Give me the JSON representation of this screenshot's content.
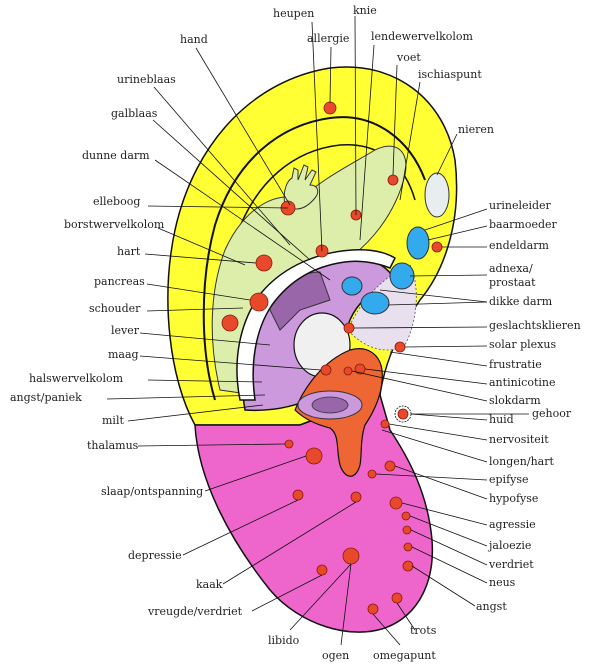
{
  "labels": {
    "heupen": "heupen",
    "knie": "knie",
    "hand": "hand",
    "allergie": "allergie",
    "lendewervelkolom": "lendewervelkolom",
    "voet": "voet",
    "urineblaas": "urineblaas",
    "ischiaspunt": "ischiaspunt",
    "galblaas": "galblaas",
    "nieren": "nieren",
    "dunne_darm": "dunne darm",
    "elleboog": "elleboog",
    "urineleider": "urineleider",
    "borstwervelkolom": "borstwervelkolom",
    "baarmoeder": "baarmoeder",
    "hart": "hart",
    "endeldarm": "endeldarm",
    "adnexa": "adnexa/",
    "prostaat": "prostaat",
    "pancreas": "pancreas",
    "dikke_darm": "dikke darm",
    "schouder": "schouder",
    "geslachtsklieren": "geslachtsklieren",
    "lever": "lever",
    "solar_plexus": "solar plexus",
    "maag": "maag",
    "frustratie": "frustratie",
    "halswervelkolom": "halswervelkolom",
    "antinicotine": "antinicotine",
    "angst_paniek": "angst/paniek",
    "slokdarm": "slokdarm",
    "milt": "milt",
    "huid": "huid",
    "gehoor": "gehoor",
    "thalamus": "thalamus",
    "nervositeit": "nervositeit",
    "longen_hart": "longen/hart",
    "slaap": "slaap/ontspanning",
    "epifyse": "epifyse",
    "hypofyse": "hypofyse",
    "agressie": "agressie",
    "depressie": "depressie",
    "jaloezie": "jaloezie",
    "verdriet": "verdriet",
    "kaak": "kaak",
    "neus": "neus",
    "vreugde": "vreugde/verdriet",
    "angst": "angst",
    "trots": "trots",
    "libido": "libido",
    "ogen": "ogen",
    "omegapunt": "omegapunt"
  },
  "colors": {
    "helix": "#ffff33",
    "lobe": "#ee66cc",
    "concha": "#cc99dd",
    "inner": "#ddeeaa",
    "tragus": "#ee6633",
    "kidney": "#33aaee",
    "point": "#e8492a"
  }
}
